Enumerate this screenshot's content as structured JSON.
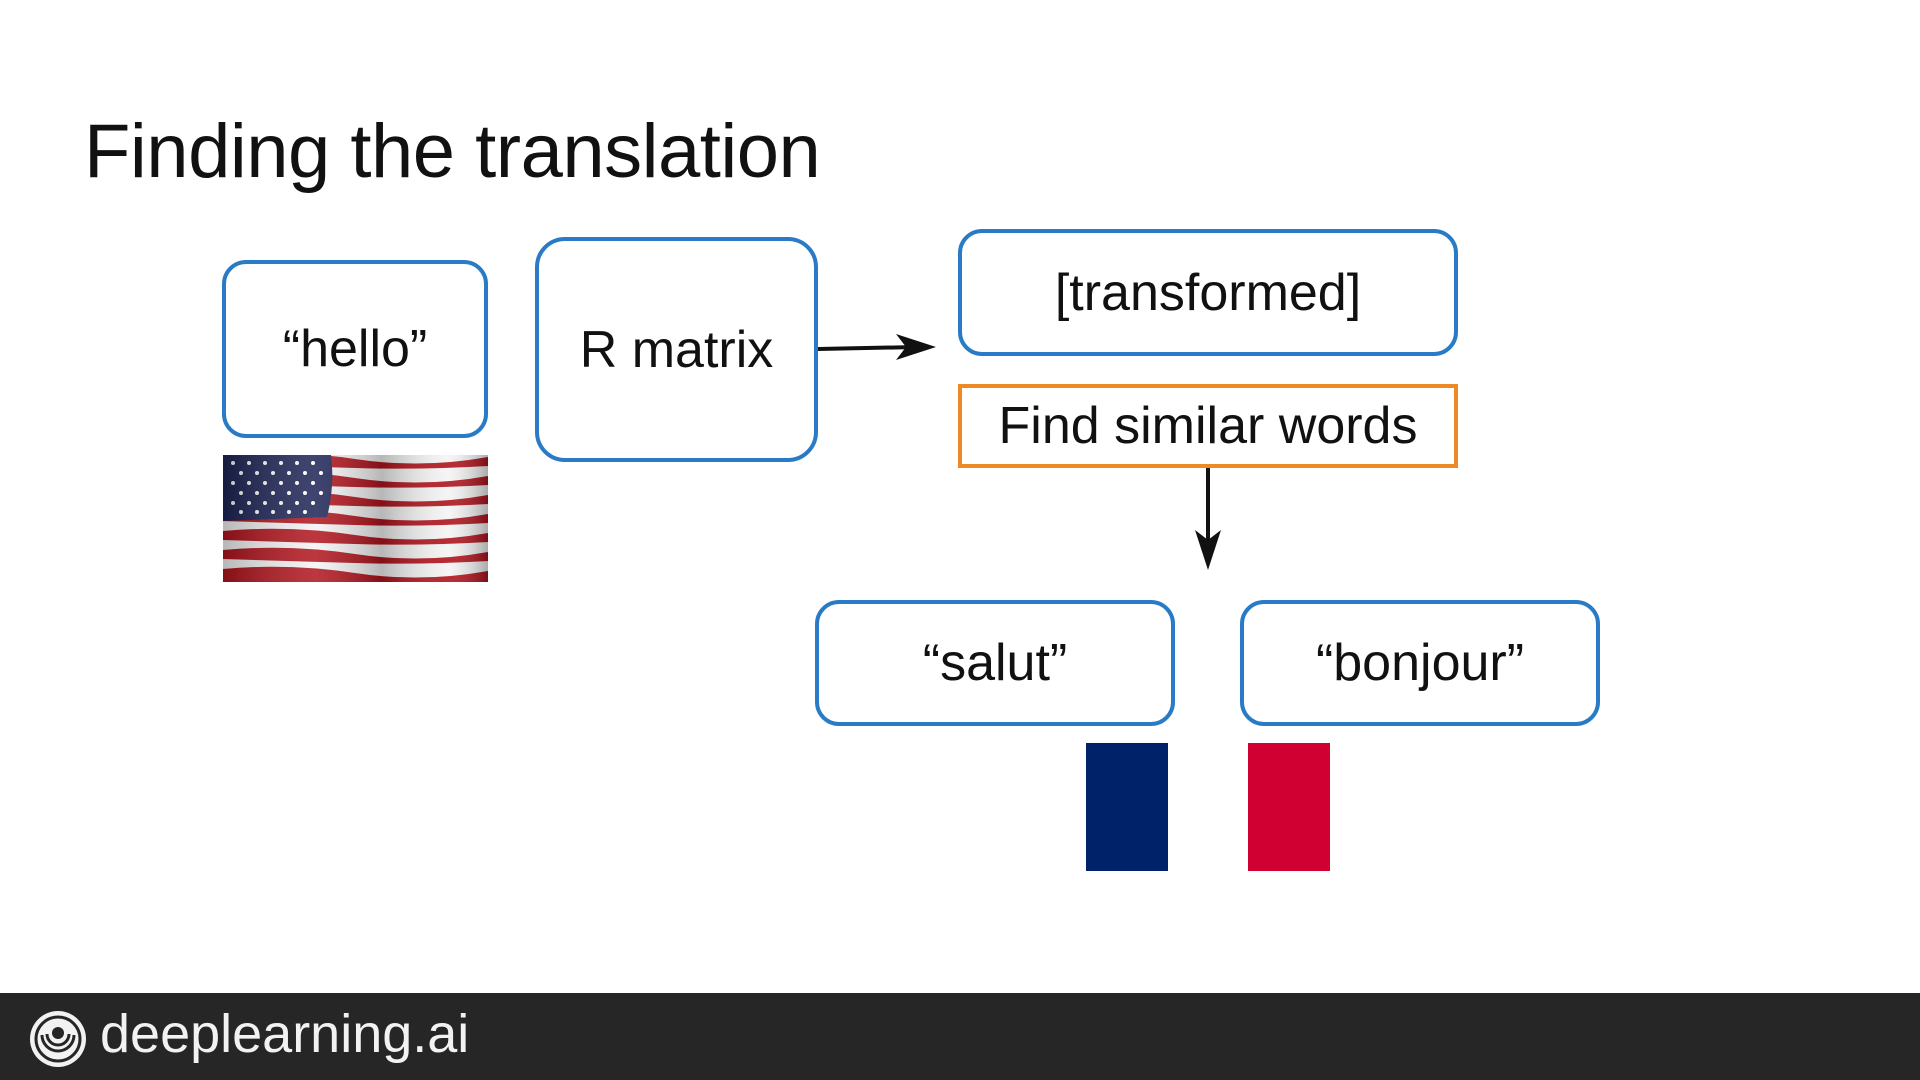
{
  "slide": {
    "title": "Finding the translation"
  },
  "diagram": {
    "source_word": "“hello”",
    "matrix_label": "R matrix",
    "transformed_label": "[transformed]",
    "find_label": "Find similar words",
    "results": [
      "“salut”",
      "“bonjour”"
    ]
  },
  "colors": {
    "box_border": "#2a7bc6",
    "find_border": "#ec8a24",
    "fr_blue": "#002269",
    "fr_red": "#d10032",
    "footer_bg": "#262626"
  },
  "icons": {
    "source_flag": "us-flag-icon",
    "target_flag": "french-flag-icon",
    "logo": "deeplearning-logo-icon"
  },
  "footer": {
    "brand": "deeplearning.ai"
  }
}
